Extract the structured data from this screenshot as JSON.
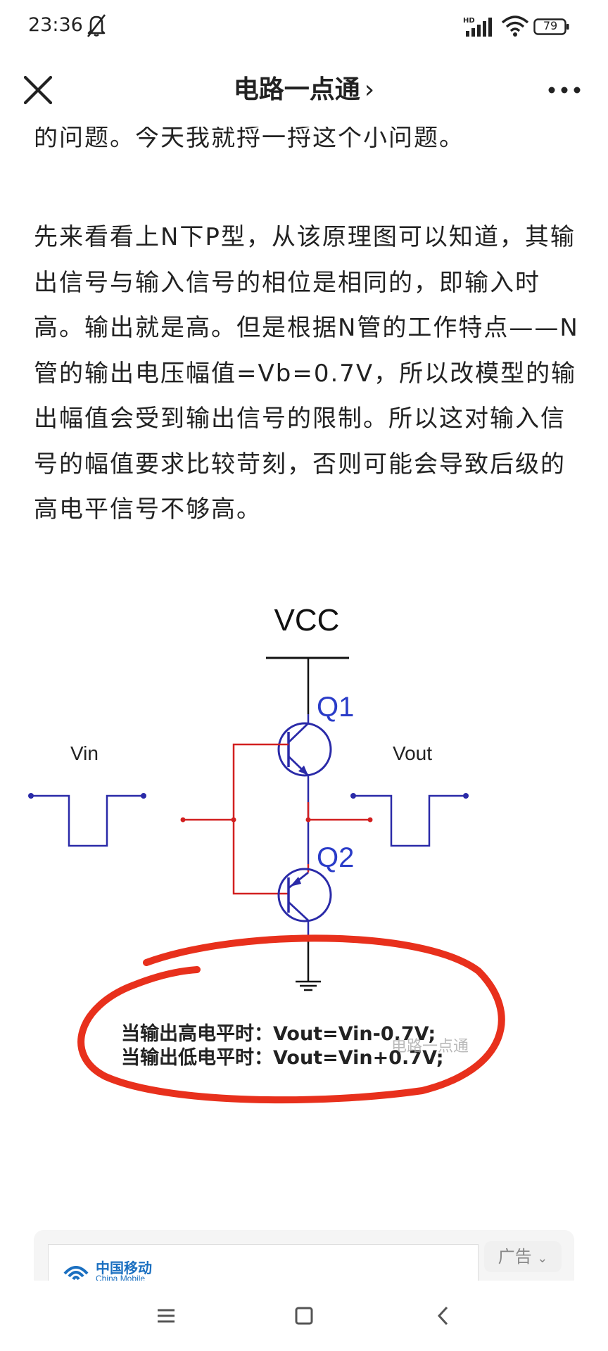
{
  "status_bar": {
    "time": "23:36",
    "battery": "79",
    "icons": [
      "bell-off-icon",
      "hd-signal-icon",
      "wifi-icon",
      "battery-icon"
    ]
  },
  "nav": {
    "title": "电路一点通",
    "chevron": "›",
    "close_icon": "close-icon",
    "more_icon": "more-icon"
  },
  "article": {
    "paragraphs": [
      "的问题。今天我就捋一捋这个小问题。",
      "先来看看上N下P型，从该原理图可以知道，其输出信号与输入信号的相位是相同的，即输入时高。输出就是高。但是根据N管的工作特点——N管的输出电压幅值=Vb=0.7V，所以改模型的输出幅值会受到输出信号的限制。所以这对输入信号的幅值要求比较苛刻，否则可能会导致后级的高电平信号不够高。"
    ]
  },
  "circuit": {
    "vcc_label": "VCC",
    "q1_label": "Q1",
    "q2_label": "Q2",
    "vin_label": "Vin",
    "vout_label": "Vout",
    "caption_high": "当输出高电平时：Vout=Vin-0.7V;",
    "caption_low": "当输出低电平时：Vout=Vin+0.7V;",
    "watermark": "电路一点通",
    "colors": {
      "wire_blue": "#2a2aa8",
      "wire_red": "#d22020",
      "annotation_red": "#e8301c",
      "label_blue": "#2a3cc8"
    }
  },
  "ad": {
    "tag": "广告",
    "brand": "中国移动",
    "brand_en": "China Mobile"
  },
  "system_nav": {
    "icons": [
      "menu-icon",
      "home-icon",
      "back-icon"
    ]
  }
}
